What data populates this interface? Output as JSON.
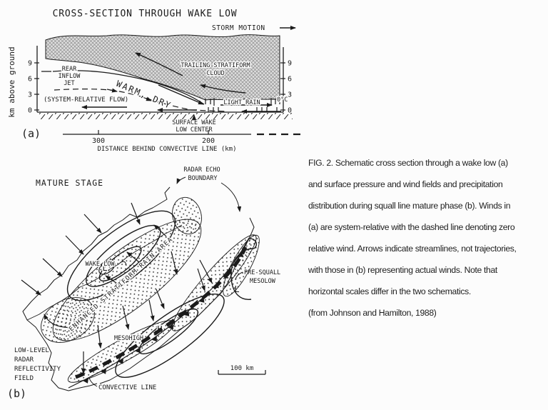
{
  "panel_a": {
    "title": "CROSS-SECTION THROUGH WAKE LOW",
    "storm_motion": "STORM MOTION",
    "y_axis_label": "km above ground",
    "y_ticks": [
      "9",
      "6",
      "3",
      "0"
    ],
    "rear_inflow": [
      "REAR",
      "INFLOW",
      "JET"
    ],
    "trailing_cloud": [
      "TRAILING STRATIFORM",
      "CLOUD"
    ],
    "warm_dry": "WARM, DRY",
    "system_relative_flow": "(SYSTEM-RELATIVE FLOW)",
    "light_rain": "LIGHT RAIN",
    "freezing_level": "0°C",
    "surface_wake_low": [
      "SURFACE WAKE",
      "LOW CENTER"
    ],
    "x_ticks": [
      "300",
      "200"
    ],
    "x_axis_label": "DISTANCE BEHIND CONVECTIVE LINE   (km)",
    "panel_label": "(a)"
  },
  "panel_b": {
    "stage": "MATURE STAGE",
    "radar_echo_boundary": [
      "RADAR ECHO",
      "BOUNDARY"
    ],
    "wake_low_label": "WAKE LOW",
    "wake_low_symbol": "L",
    "enhanced_rain_label": "ENHANCED STRATIFORM RAIN AREA",
    "mesohigh_label": "MESOHIGH",
    "mesohigh_symbol": "H",
    "presquall": [
      "PRE-SQUALL",
      "MESOLOW"
    ],
    "presquall_symbol": "L",
    "reflectivity": [
      "LOW-LEVEL",
      "RADAR",
      "REFLECTIVITY",
      "FIELD"
    ],
    "convective_line_label": "CONVECTIVE LINE",
    "scale_label": "100 km",
    "panel_label": "(b)"
  },
  "caption": {
    "lines": [
      "FIG. 2.  Schematic cross section through a wake low (a)",
      "and surface pressure and wind fields and precipitation",
      "distribution during squall line mature phase (b). Winds in",
      "(a) are system-relative with the dashed line denoting zero",
      "relative wind. Arrows indicate streamlines, not trajectories,",
      "with those in (b) representing actual winds. Note that",
      "horizontal scales differ in the two schematics.",
      "(from Johnson and Hamilton, 1988)"
    ]
  },
  "colors": {
    "ink": "#1b1b1b",
    "paper": "#fcfcfc",
    "cloud_fill": "#dedede",
    "cloud_hatch": "#8d8d8d"
  }
}
